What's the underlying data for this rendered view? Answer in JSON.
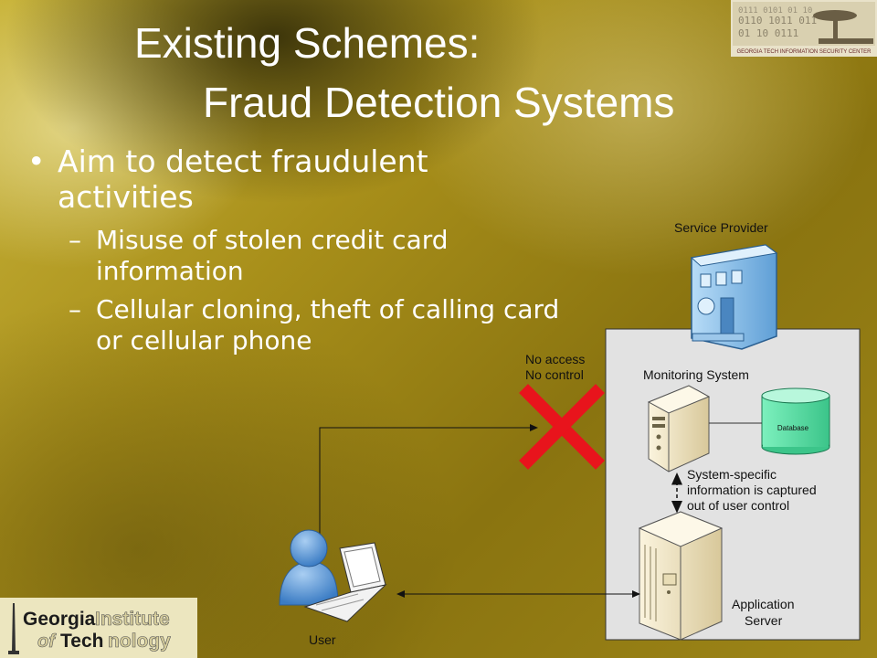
{
  "slide": {
    "title_line1": "Existing Schemes:",
    "title_line2": "Fraud Detection Systems",
    "bullet": "Aim to detect fraudulent activities",
    "sub_bullets": [
      "Misuse of stolen credit card information",
      "Cellular cloning, theft of calling card or cellular phone"
    ],
    "bullet_symbol": "•",
    "dash_symbol": "–"
  },
  "logos": {
    "top_right_caption": "GEORGIA TECH INFORMATION SECURITY CENTER",
    "bottom_left_line1_a": "Georgia",
    "bottom_left_line1_b": "Institute",
    "bottom_left_line2_a": "of",
    "bottom_left_line2_b": "Tech",
    "bottom_left_line2_c": "nology"
  },
  "diagram": {
    "service_provider": "Service Provider",
    "no_access": "No access",
    "no_control": "No control",
    "monitoring_system": "Monitoring System",
    "database": "Database",
    "captured_note_1": "System-specific",
    "captured_note_2": "information is captured",
    "captured_note_3": "out of user control",
    "application_server_1": "Application",
    "application_server_2": "Server",
    "user": "User"
  },
  "colors": {
    "text": "#ffffff",
    "blocked_x": "#e8141c",
    "database_fill": "#5ee0a8",
    "server_fill": "#efe3c0",
    "building_fill": "#8fc4ee",
    "panel_fill": "#e2e2e2"
  }
}
